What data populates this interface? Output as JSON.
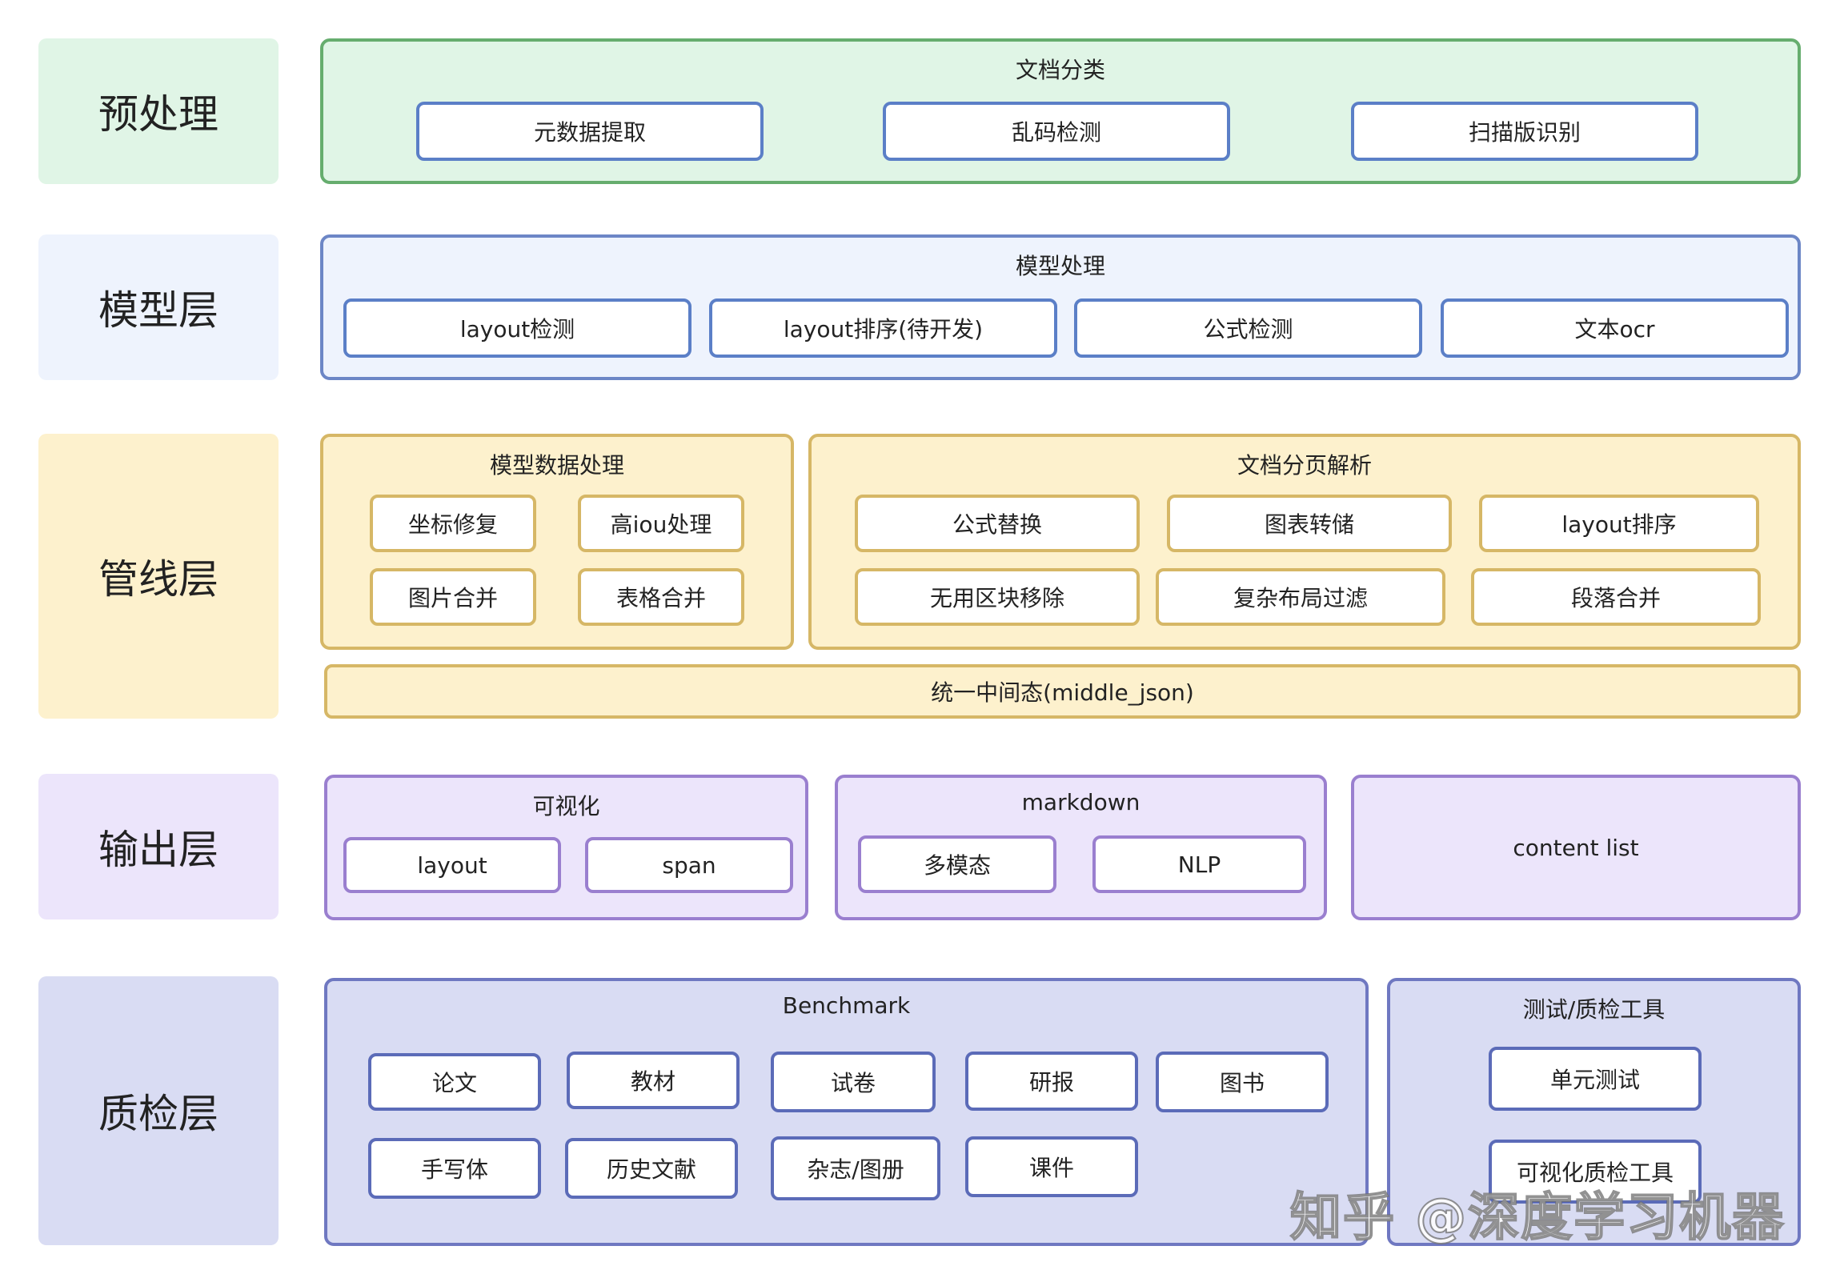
{
  "layers": {
    "preprocess": "预处理",
    "model": "模型层",
    "pipeline": "管线层",
    "output": "输出层",
    "qa": "质检层"
  },
  "preprocess": {
    "title": "文档分类",
    "items": [
      "元数据提取",
      "乱码检测",
      "扫描版识别"
    ]
  },
  "model": {
    "title": "模型处理",
    "items": [
      "layout检测",
      "layout排序(待开发)",
      "公式检测",
      "文本ocr"
    ]
  },
  "pipeline": {
    "model_data": {
      "title": "模型数据处理",
      "items": [
        "坐标修复",
        "高iou处理",
        "图片合并",
        "表格合并"
      ]
    },
    "page_parse": {
      "title": "文档分页解析",
      "items": [
        "公式替换",
        "图表转储",
        "layout排序",
        "无用区块移除",
        "复杂布局过滤",
        "段落合并"
      ]
    },
    "middle": "统一中间态(middle_json)"
  },
  "output": {
    "visual": {
      "title": "可视化",
      "items": [
        "layout",
        "span"
      ]
    },
    "markdown": {
      "title": "markdown",
      "items": [
        "多模态",
        "NLP"
      ]
    },
    "content_list": "content list"
  },
  "qa": {
    "benchmark": {
      "title": "Benchmark",
      "items": [
        "论文",
        "教材",
        "试卷",
        "研报",
        "图书",
        "手写体",
        "历史文献",
        "杂志/图册",
        "课件"
      ]
    },
    "tools": {
      "title": "测试/质检工具",
      "items": [
        "单元测试",
        "可视化质检工具"
      ]
    }
  },
  "watermark": "知乎 @深度学习机器",
  "colors": {
    "green": "#e0f5e6",
    "blue": "#eef3fd",
    "yellow": "#fdf1cd",
    "purple": "#ece5fb",
    "indigo": "#d9dcf3"
  }
}
